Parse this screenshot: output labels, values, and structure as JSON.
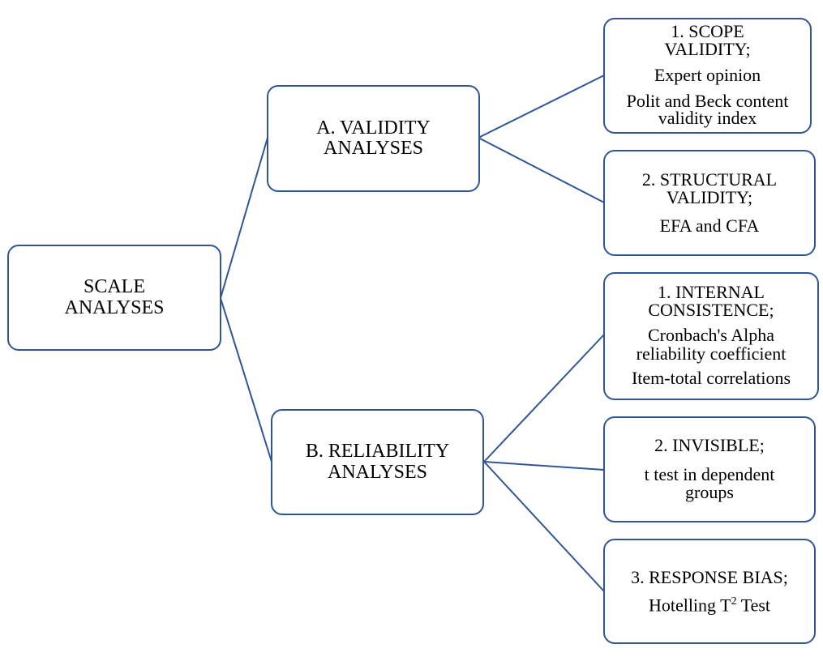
{
  "colors": {
    "box_border": "#2f5597",
    "connector": "#2f5597",
    "text": "#000000"
  },
  "root": {
    "label": [
      "SCALE",
      "ANALYSES"
    ]
  },
  "validity": {
    "label": [
      "A. VALIDITY",
      "ANALYSES"
    ]
  },
  "reliability": {
    "label": [
      "B. RELIABILITY",
      "ANALYSES"
    ]
  },
  "scope": {
    "heading": [
      "1. SCOPE",
      "VALIDITY;"
    ],
    "items": [
      "Expert opinion",
      "Polit and Beck content validity index"
    ]
  },
  "structural": {
    "heading": [
      "2. STRUCTURAL",
      "VALIDITY;"
    ],
    "items": [
      "EFA and CFA"
    ]
  },
  "internal": {
    "heading": [
      "1. INTERNAL",
      "CONSISTENCE;"
    ],
    "items": [
      "Cronbach's Alpha reliability coefficient",
      "Item-total correlations"
    ]
  },
  "invisible": {
    "heading": [
      "2. INVISIBLE;"
    ],
    "items": [
      "t test in dependent groups"
    ]
  },
  "bias": {
    "heading": [
      "3. RESPONSE BIAS;"
    ],
    "items": [
      "Hotelling T",
      "2",
      " Test"
    ]
  }
}
